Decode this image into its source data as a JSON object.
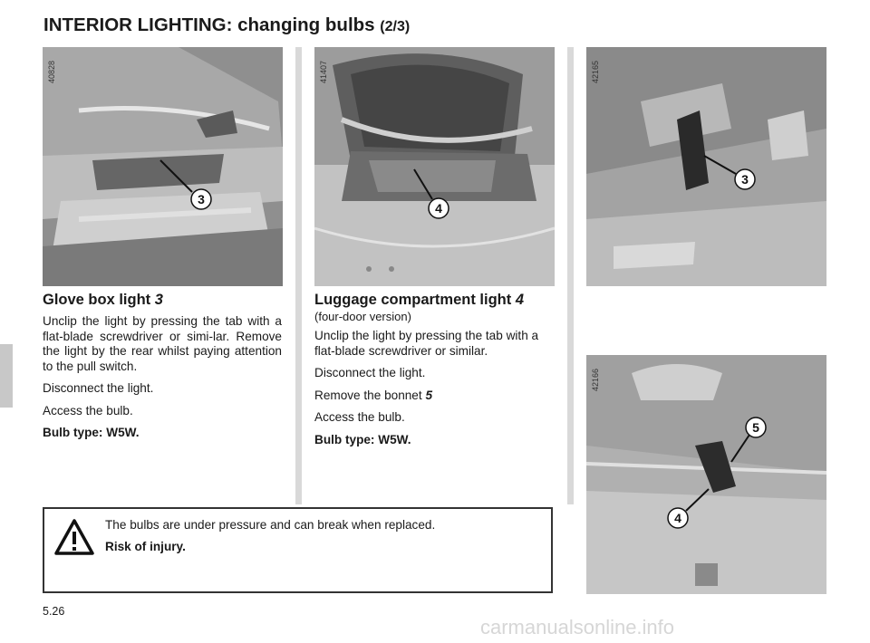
{
  "page": {
    "title": "INTERIOR LIGHTING: changing bulbs",
    "title_suffix": "(2/3)",
    "page_number": "5.26",
    "watermark": "carmanualsonline.info"
  },
  "figures": {
    "glovebox": {
      "ref": "40828",
      "callout": "3"
    },
    "trunk": {
      "ref": "41407",
      "callout": "4"
    },
    "detail_top": {
      "ref": "42165",
      "callout": "3"
    },
    "detail_bottom": {
      "ref": "42166",
      "callout_a": "5",
      "callout_b": "4"
    }
  },
  "glovebox_section": {
    "heading": "Glove box light ",
    "heading_num": "3",
    "p1": "Unclip the light by pressing the tab with a flat-blade screwdriver or simi-lar. Remove the light by the rear whilst paying attention to the pull switch.",
    "p2": "Disconnect the light.",
    "p3": "Access the bulb.",
    "bulb": "Bulb type: W5W."
  },
  "luggage_section": {
    "heading": "Luggage compartment light ",
    "heading_num": "4",
    "subheading": "(four-door version)",
    "p1": "Unclip the light by pressing the tab with a flat-blade screwdriver or similar.",
    "p2": "Disconnect the light.",
    "p3_prefix": "Remove the bonnet ",
    "p3_num": "5",
    "p4": "Access the bulb.",
    "bulb": "Bulb type: W5W."
  },
  "warning": {
    "icon": "warning-triangle-icon",
    "line1": "The bulbs are under pressure and can break when replaced.",
    "line2": "Risk of injury."
  }
}
